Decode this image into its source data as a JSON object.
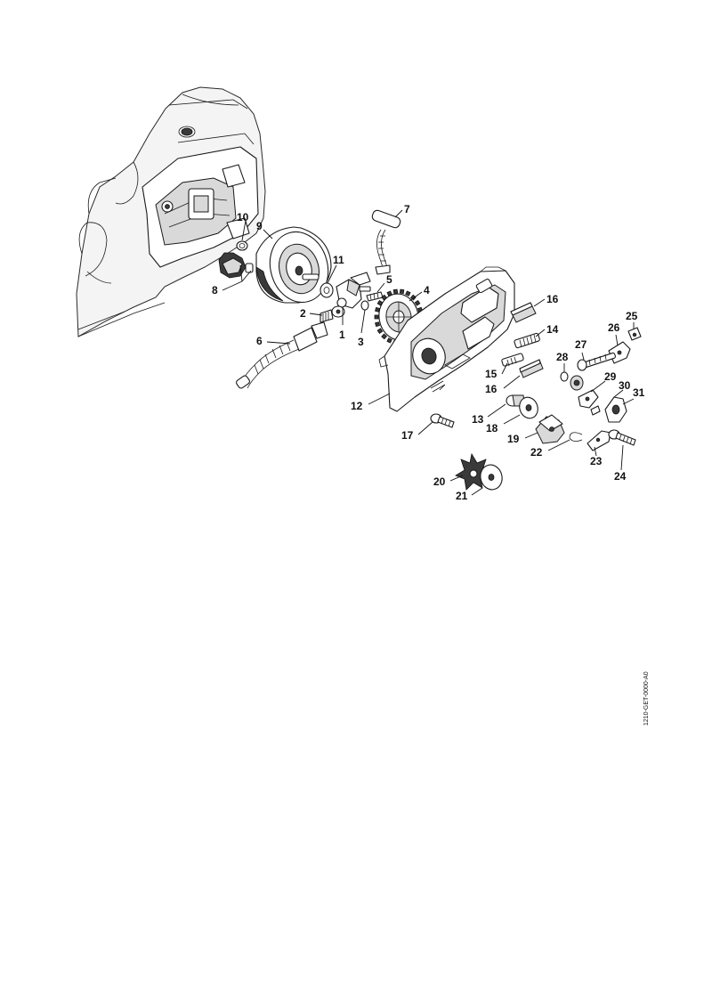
{
  "diagram": {
    "reference_code": "1210-GET-0000-A0",
    "callouts": [
      {
        "id": "c1",
        "label": "1"
      },
      {
        "id": "c2",
        "label": "2"
      },
      {
        "id": "c3",
        "label": "3"
      },
      {
        "id": "c4",
        "label": "4"
      },
      {
        "id": "c5",
        "label": "5"
      },
      {
        "id": "c6",
        "label": "6"
      },
      {
        "id": "c7",
        "label": "7"
      },
      {
        "id": "c8",
        "label": "8"
      },
      {
        "id": "c9",
        "label": "9"
      },
      {
        "id": "c10",
        "label": "10"
      },
      {
        "id": "c11",
        "label": "11"
      },
      {
        "id": "c12",
        "label": "12"
      },
      {
        "id": "c13",
        "label": "13"
      },
      {
        "id": "c14",
        "label": "14"
      },
      {
        "id": "c15",
        "label": "15"
      },
      {
        "id": "c16a",
        "label": "16"
      },
      {
        "id": "c16b",
        "label": "16"
      },
      {
        "id": "c17",
        "label": "17"
      },
      {
        "id": "c18",
        "label": "18"
      },
      {
        "id": "c19",
        "label": "19"
      },
      {
        "id": "c20",
        "label": "20"
      },
      {
        "id": "c21",
        "label": "21"
      },
      {
        "id": "c22",
        "label": "22"
      },
      {
        "id": "c23",
        "label": "23"
      },
      {
        "id": "c24",
        "label": "24"
      },
      {
        "id": "c25",
        "label": "25"
      },
      {
        "id": "c26",
        "label": "26"
      },
      {
        "id": "c27",
        "label": "27"
      },
      {
        "id": "c28",
        "label": "28"
      },
      {
        "id": "c29",
        "label": "29"
      },
      {
        "id": "c30",
        "label": "30"
      },
      {
        "id": "c31",
        "label": "31"
      }
    ]
  }
}
